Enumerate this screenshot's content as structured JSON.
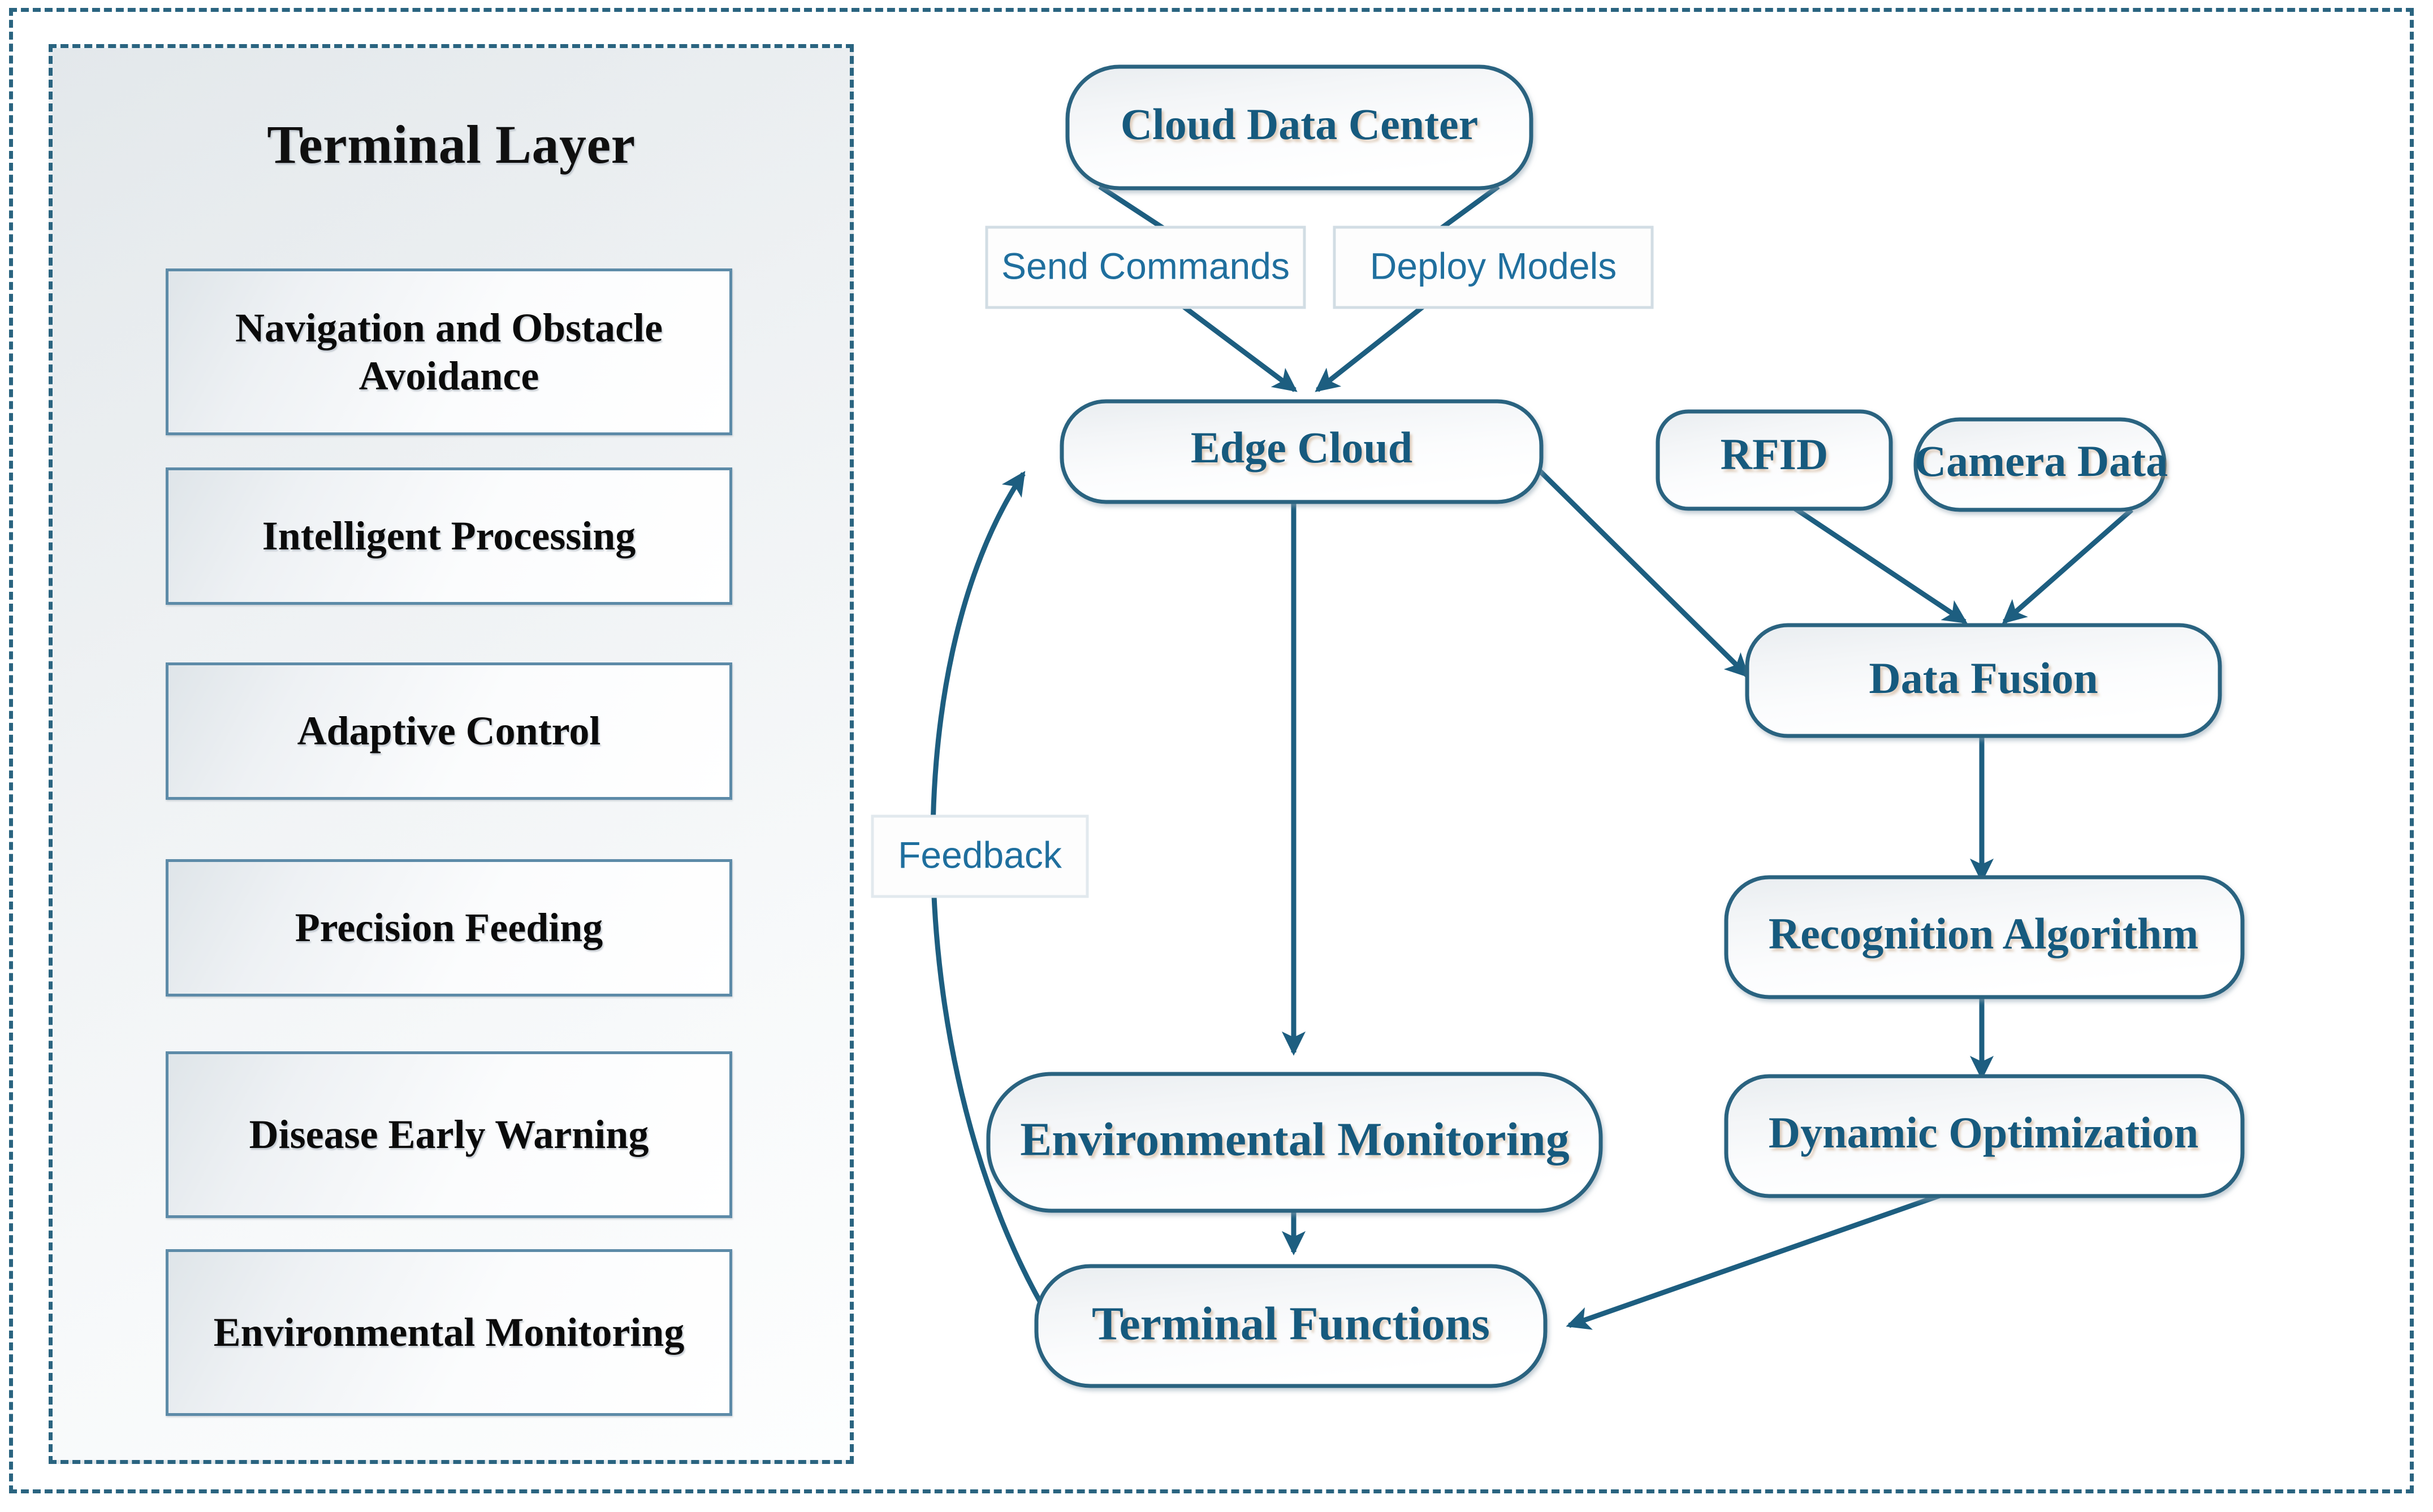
{
  "figure": {
    "kind": "architecture-flow-diagram",
    "accent_color": "#1d5e80",
    "node_fill_light": "#ffffff",
    "node_fill_shade": "#e6eaee",
    "node_border": "#2a6480",
    "panel_border": "#2a6480",
    "terminal_text_color": "#0b0b0b",
    "node_text_color": "#175a7e",
    "edge_label_color": "#1f6f9e"
  },
  "terminal_layer": {
    "title": "Terminal Layer",
    "items": [
      {
        "label": "Navigation and Obstacle Avoidance"
      },
      {
        "label": "Intelligent Processing"
      },
      {
        "label": "Adaptive Control"
      },
      {
        "label": "Precision Feeding"
      },
      {
        "label": "Disease Early Warning"
      },
      {
        "label": "Environmental Monitoring"
      }
    ]
  },
  "flow": {
    "nodes": [
      {
        "id": "cloud-data-center",
        "label": "Cloud Data Center"
      },
      {
        "id": "edge-cloud",
        "label": "Edge Cloud"
      },
      {
        "id": "rfid",
        "label": "RFID"
      },
      {
        "id": "camera-data",
        "label": "Camera Data"
      },
      {
        "id": "data-fusion",
        "label": "Data Fusion"
      },
      {
        "id": "recognition-algorithm",
        "label": "Recognition Algorithm"
      },
      {
        "id": "dynamic-optimization",
        "label": "Dynamic Optimization"
      },
      {
        "id": "environmental-monitoring",
        "label": "Environmental Monitoring"
      },
      {
        "id": "terminal-functions",
        "label": "Terminal Functions"
      }
    ],
    "edge_labels": [
      {
        "id": "send-commands",
        "label": "Send Commands"
      },
      {
        "id": "deploy-models",
        "label": "Deploy Models"
      },
      {
        "id": "feedback",
        "label": "Feedback"
      }
    ],
    "connections": [
      {
        "from": "cloud-data-center",
        "to": "send-commands"
      },
      {
        "from": "cloud-data-center",
        "to": "deploy-models"
      },
      {
        "from": "send-commands",
        "to": "edge-cloud"
      },
      {
        "from": "deploy-models",
        "to": "edge-cloud"
      },
      {
        "from": "edge-cloud",
        "to": "data-fusion"
      },
      {
        "from": "rfid",
        "to": "data-fusion"
      },
      {
        "from": "camera-data",
        "to": "data-fusion"
      },
      {
        "from": "data-fusion",
        "to": "recognition-algorithm"
      },
      {
        "from": "recognition-algorithm",
        "to": "dynamic-optimization"
      },
      {
        "from": "dynamic-optimization",
        "to": "terminal-functions"
      },
      {
        "from": "edge-cloud",
        "to": "environmental-monitoring"
      },
      {
        "from": "environmental-monitoring",
        "to": "terminal-functions"
      },
      {
        "from": "terminal-functions",
        "to": "edge-cloud",
        "label": "Feedback"
      }
    ]
  }
}
